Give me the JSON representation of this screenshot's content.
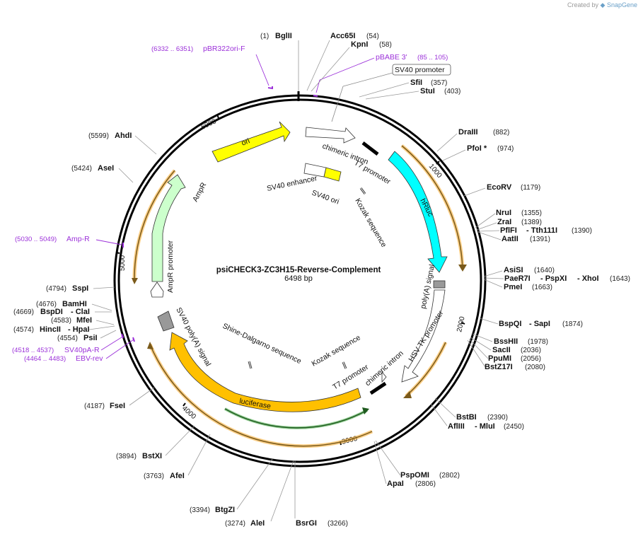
{
  "credit": {
    "prefix": "Created by",
    "brand": "SnapGene"
  },
  "plasmid": {
    "name": "psiCHECK3-ZC3H15-Reverse-Complement",
    "length_label": "6498 bp"
  },
  "backbone_ticks": [
    "1000",
    "2000",
    "3000",
    "4000",
    "5000",
    "6000"
  ],
  "features": [
    {
      "id": "ori",
      "label": "ori",
      "color": "#ffff00"
    },
    {
      "id": "ampr",
      "label": "AmpR",
      "color": "#ccffcc"
    },
    {
      "id": "ampr-promoter",
      "label": "AmpR promoter",
      "color": "#ffffff"
    },
    {
      "id": "sv40-promoter",
      "label": "SV40 promoter",
      "color": "#ffffff"
    },
    {
      "id": "chimeric-intron-1",
      "label": "chimeric intron",
      "color": "#ffffff"
    },
    {
      "id": "t7-promoter-1",
      "label": "T7 promoter",
      "color": "#000000"
    },
    {
      "id": "sv40-enhancer",
      "label": "SV40 enhancer",
      "color": "#ffffff"
    },
    {
      "id": "sv40-ori",
      "label": "SV40 ori",
      "color": "#ffff00"
    },
    {
      "id": "kozak-1",
      "label": "Kozak sequence",
      "color": "#ffffff"
    },
    {
      "id": "hrluc",
      "label": "hRluc",
      "color": "#00ffff"
    },
    {
      "id": "polya-signal",
      "label": "poly(A) signal",
      "color": "#999999"
    },
    {
      "id": "hsv-tk-promoter",
      "label": "HSV TK promoter",
      "color": "#ffffff"
    },
    {
      "id": "chimeric-intron-2",
      "label": "chimeric intron",
      "color": "#ffffff"
    },
    {
      "id": "t7-promoter-2",
      "label": "T7 promoter",
      "color": "#000000"
    },
    {
      "id": "kozak-2",
      "label": "Kozak sequence",
      "color": "#ffffff"
    },
    {
      "id": "shine-dalgarno",
      "label": "Shine-Dalgarno sequence",
      "color": "#ffffff"
    },
    {
      "id": "luciferase",
      "label": "luciferase",
      "color": "#ffc000"
    },
    {
      "id": "sv40-polya",
      "label": "SV40 poly(A) signal",
      "color": "#999999"
    }
  ],
  "primers": [
    {
      "name": "pBR322ori-F",
      "range": "(6332 .. 6351)"
    },
    {
      "name": "pBABE 3'",
      "range": "(85 .. 105)"
    },
    {
      "name": "Amp-R",
      "range": "(5030 .. 5049)"
    },
    {
      "name": "SV40pA-R",
      "range": "(4518 .. 4537)"
    },
    {
      "name": "EBV-rev",
      "range": "(4464 .. 4483)"
    }
  ],
  "sites": {
    "bglii": {
      "pos": "(1)",
      "name": "BglII"
    },
    "acc65i": {
      "pos": "(54)",
      "name": "Acc65I"
    },
    "kpni": {
      "pos": "(58)",
      "name": "KpnI"
    },
    "sfii": {
      "pos": "(357)",
      "name": "SfiI"
    },
    "stui": {
      "pos": "(403)",
      "name": "StuI"
    },
    "draiii": {
      "pos": "(882)",
      "name": "DraIII"
    },
    "pfoi": {
      "pos": "(974)",
      "name": "PfoI *"
    },
    "ecorv": {
      "pos": "(1179)",
      "name": "EcoRV"
    },
    "nrui": {
      "pos": "(1355)",
      "name": "NruI"
    },
    "zrai": {
      "pos": "(1389)",
      "name": "ZraI"
    },
    "pflfi": {
      "pos": "(1390)",
      "name": "PflFI",
      "alias": "- Tth111I"
    },
    "aatii": {
      "pos": "(1391)",
      "name": "AatII"
    },
    "asisi": {
      "pos": "(1640)",
      "name": "AsiSI"
    },
    "paer7i": {
      "pos": "(1643)",
      "name": "PaeR7I",
      "alias1": "- PspXI",
      "alias2": "- XhoI"
    },
    "pmei": {
      "pos": "(1663)",
      "name": "PmeI"
    },
    "bspqi": {
      "pos": "(1874)",
      "name": "BspQI",
      "alias": "- SapI"
    },
    "bsshii": {
      "pos": "(1978)",
      "name": "BssHII"
    },
    "sacii": {
      "pos": "(2036)",
      "name": "SacII"
    },
    "ppumi": {
      "pos": "(2056)",
      "name": "PpuMI"
    },
    "bstz17i": {
      "pos": "(2080)",
      "name": "BstZ17I"
    },
    "bstbi": {
      "pos": "(2390)",
      "name": "BstBI"
    },
    "afliii": {
      "pos": "(2450)",
      "name": "AflIII",
      "alias": "- MluI"
    },
    "pspomi": {
      "pos": "(2802)",
      "name": "PspOMI"
    },
    "apai": {
      "pos": "(2806)",
      "name": "ApaI"
    },
    "bsrgi": {
      "pos": "(3266)",
      "name": "BsrGI"
    },
    "alei": {
      "pos": "(3274)",
      "name": "AleI"
    },
    "btgzi": {
      "pos": "(3394)",
      "name": "BtgZI"
    },
    "afei": {
      "pos": "(3763)",
      "name": "AfeI"
    },
    "bstxi": {
      "pos": "(3894)",
      "name": "BstXI"
    },
    "fsei": {
      "pos": "(4187)",
      "name": "FseI"
    },
    "psii": {
      "pos": "(4554)",
      "name": "PsiI"
    },
    "hincii": {
      "pos": "(4574)",
      "name": "HincII",
      "alias": "- HpaI"
    },
    "mfei": {
      "pos": "(4583)",
      "name": "MfeI"
    },
    "bspdi": {
      "pos": "(4669)",
      "name": "BspDI",
      "alias": "- ClaI"
    },
    "bamhi": {
      "pos": "(4676)",
      "name": "BamHI"
    },
    "sspi": {
      "pos": "(4794)",
      "name": "SspI"
    },
    "asei": {
      "pos": "(5424)",
      "name": "AseI"
    },
    "ahdi": {
      "pos": "(5599)",
      "name": "AhdI"
    }
  },
  "colors": {
    "backbone": "#000000",
    "primer": "#9b30d9",
    "orf": "#f5a623",
    "orf_green": "#2a9d2a"
  }
}
